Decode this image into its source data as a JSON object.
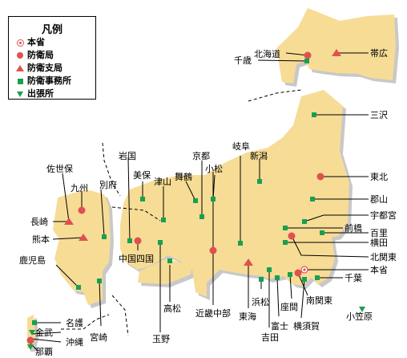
{
  "legend": {
    "title": "凡例",
    "items": [
      {
        "label": "本省",
        "symbol": "hq"
      },
      {
        "label": "防衛局",
        "symbol": "bureau"
      },
      {
        "label": "防衛支局",
        "symbol": "branch"
      },
      {
        "label": "防衛事務所",
        "symbol": "office"
      },
      {
        "label": "出張所",
        "symbol": "field"
      }
    ]
  },
  "colors": {
    "land": "#f7dc96",
    "shadow": "#c8c8c8",
    "bureau": "#e05050",
    "office": "#18a050",
    "line": "#000000"
  },
  "places": {
    "hokkaido": "北海道",
    "chitose": "千歳",
    "obihiro": "帯広",
    "misawa": "三沢",
    "tohoku": "東北",
    "koriyama": "郡山",
    "utsunomiya": "宇都宮",
    "maebashi": "前橋",
    "hyakuri": "百里",
    "yokota": "横田",
    "kitakanto": "北関東",
    "honsho": "本省",
    "chiba": "千葉",
    "minamikanto": "南関東",
    "ogasawara": "小笠原",
    "yokosuka": "横須賀",
    "zama": "座間",
    "fuji": "富士",
    "yoshida": "吉田",
    "hamamatsu": "浜松",
    "tokai": "東海",
    "kinkichubu": "近畿中部",
    "takamatsu": "高松",
    "tamano": "玉野",
    "iwakuni": "岩国",
    "mio": "美保",
    "tsuyama": "津山",
    "maizuru": "舞鶴",
    "kyoto": "京都",
    "komatsu": "小松",
    "gifu": "岐阜",
    "niigata": "新潟",
    "chugokushikoku": "中国四国",
    "sasebo": "佐世保",
    "kyushu": "九州",
    "beppu": "別府",
    "nagasaki": "長崎",
    "kumamoto": "熊本",
    "kagoshima": "鹿児島",
    "miyazaki": "宮崎",
    "nago": "名護",
    "kin": "金武",
    "okinawa": "沖縄",
    "naha": "那覇"
  }
}
